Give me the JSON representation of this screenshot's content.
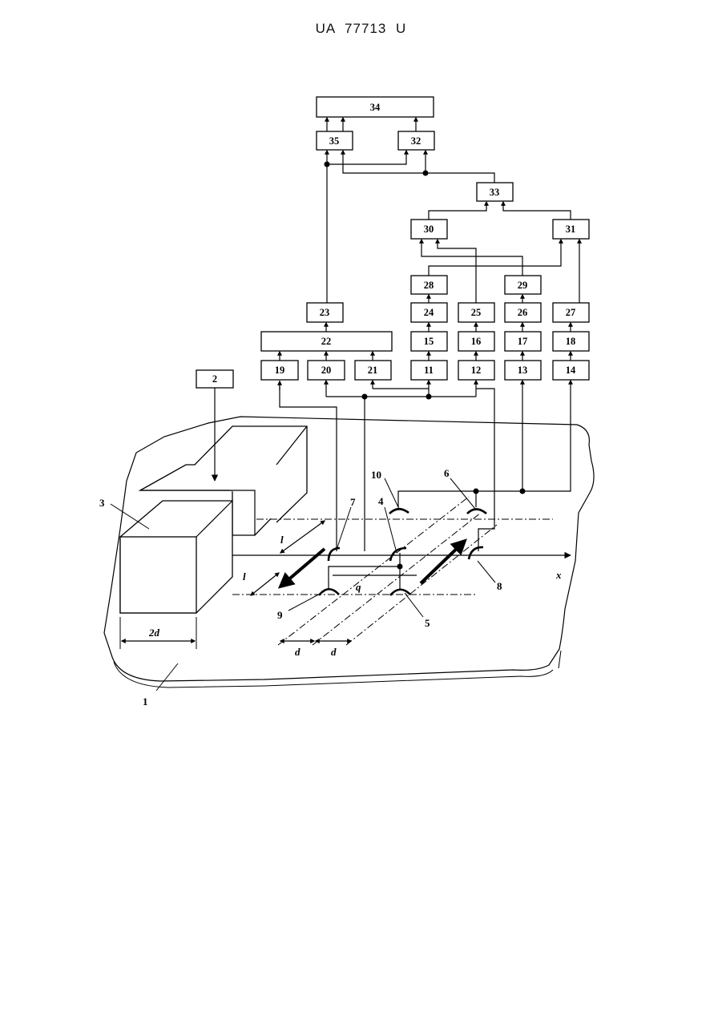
{
  "header": {
    "doc_number": "UA   77713   U"
  },
  "blocks": {
    "b34": "34",
    "b35": "35",
    "b32": "32",
    "b33": "33",
    "b30": "30",
    "b31": "31",
    "b28": "28",
    "b29": "29",
    "b23": "23",
    "b24": "24",
    "b25": "25",
    "b26": "26",
    "b27": "27",
    "b22": "22",
    "b15": "15",
    "b16": "16",
    "b17": "17",
    "b18": "18",
    "b2": "2",
    "b19": "19",
    "b20": "20",
    "b21": "21",
    "b11": "11",
    "b12": "12",
    "b13": "13",
    "b14": "14"
  },
  "callouts": {
    "c1": "1",
    "c3": "3",
    "c4": "4",
    "c5": "5",
    "c6": "6",
    "c7": "7",
    "c8": "8",
    "c9": "9",
    "c10": "10"
  },
  "dimensions": {
    "two_d": "2d",
    "l_upper": "l",
    "l_lower": "l",
    "q": "q",
    "d_left": "d",
    "d_right": "d",
    "x_axis": "x"
  }
}
